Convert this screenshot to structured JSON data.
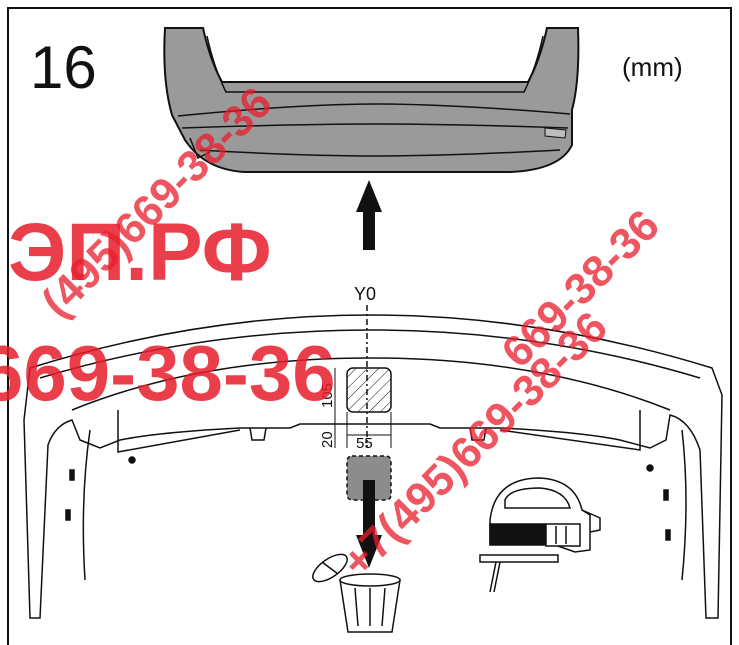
{
  "step": {
    "number": "16",
    "units": "(mm)"
  },
  "axis_label": "Y0",
  "cutout": {
    "height_label": "105",
    "width_label": "55",
    "offset_label": "20"
  },
  "watermark": {
    "site": "ЭП.РФ",
    "phone_short": "669-38-36",
    "phone_diag_left": "(495)669-38-36",
    "phone_diag_center": "+7(495)669-38-36",
    "phone_diag_right": "669-38-36"
  },
  "colors": {
    "line": "#111111",
    "bumper_fill": "#9a9a9a",
    "cutout_fill": "#8c8c8c",
    "watermark": "#e81c2c"
  },
  "icons": [
    "bumper-top-view",
    "up-arrow",
    "down-arrow",
    "trash-bin",
    "jigsaw",
    "cut-piece"
  ]
}
